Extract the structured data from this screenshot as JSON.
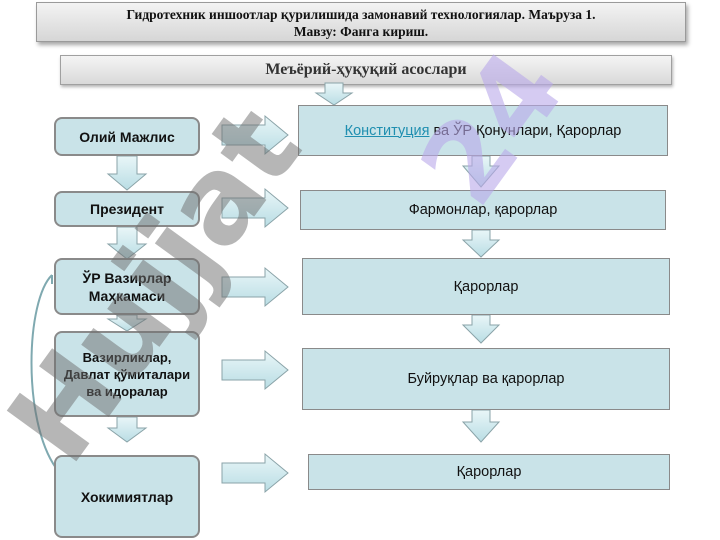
{
  "header": {
    "line1": "Гидротехник иншоотлар қурилишида замонавий технологиялар. Маъруза 1.",
    "line2": "Мавзу: Фанга кириш."
  },
  "subheader": "Меъёрий-ҳуқуқий асослари",
  "left_boxes": [
    "Олий Мажлис",
    "Президент",
    "ЎР Вазирлар Маҳкамаси",
    "Вазирликлар, Давлат қўмиталари ва идоралар",
    "Хокимиятлар"
  ],
  "right_boxes": {
    "constitution_link": "Конституция",
    "constitution_rest": " ва ЎР Қонунлари, Қарорлар",
    "r2": "Фармонлар, қарорлар",
    "r3": "Қарорлар",
    "r4": "Буйруқлар ва қарорлар",
    "r5": "Қарорлар"
  },
  "watermarks": {
    "grey": "Hujjat",
    "purple": "24"
  },
  "colors": {
    "box_fill": "#c9e3e8",
    "box_border": "#8a8a8a",
    "link": "#1f8fb0"
  }
}
